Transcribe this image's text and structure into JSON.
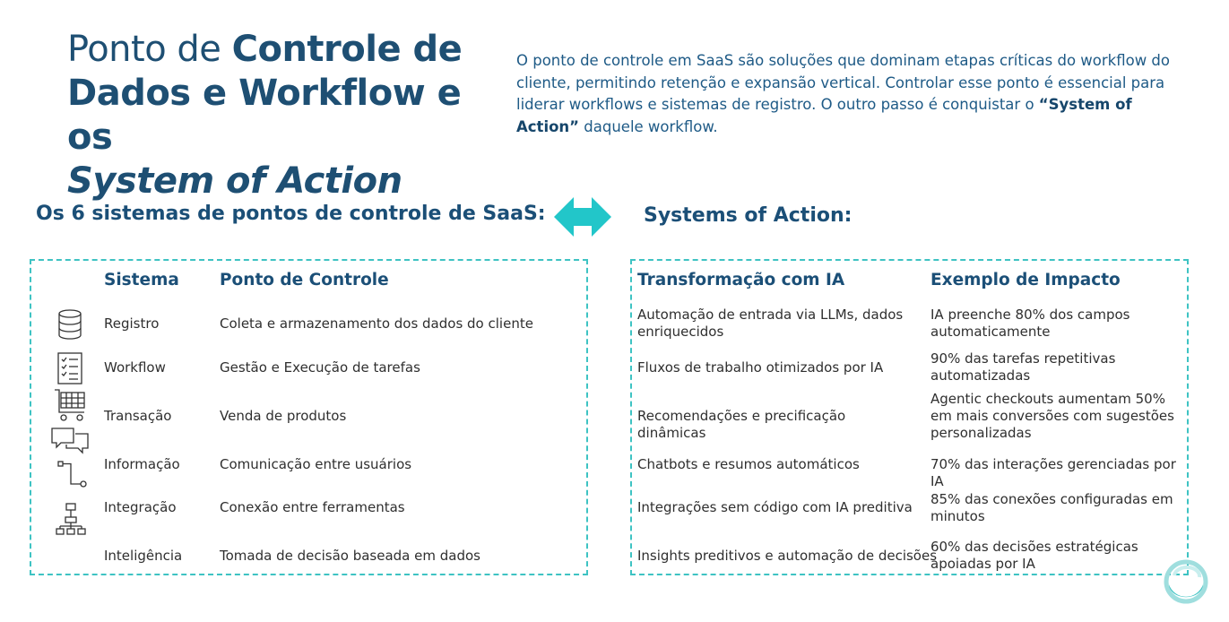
{
  "title": {
    "part1": "Ponto de ",
    "part2": "Controle de Dados e Workflow e os",
    "part3": "System of Action"
  },
  "intro": {
    "text1": "O ponto de controle em SaaS são soluções que dominam etapas críticas do workflow do cliente, permitindo retenção e expansão vertical. Controlar esse ponto é essencial para liderar workflows e sistemas de registro. O outro passo é conquistar o ",
    "highlight": "“System of Action”",
    "text2": " daquele workflow."
  },
  "left_heading": "Os 6 sistemas de pontos de controle de SaaS:",
  "right_heading": "Systems of Action:",
  "colors": {
    "primary": "#1b4f77",
    "accent": "#3ec3c3",
    "text": "#2f2f2f"
  },
  "left_table": {
    "headers": {
      "system": "Sistema",
      "control": "Ponto de Controle"
    },
    "rows": [
      {
        "icon": "database-icon",
        "system": "Registro",
        "control": "Coleta e armazenamento dos dados do cliente"
      },
      {
        "icon": "checklist-icon",
        "system": "Workflow",
        "control": "Gestão e Execução de tarefas"
      },
      {
        "icon": "shopping-cart-icon",
        "system": "Transação",
        "control": "Venda de produtos"
      },
      {
        "icon": "chat-bubbles-icon",
        "system": "Informação",
        "control": "Comunicação entre usuários"
      },
      {
        "icon": "flow-path-icon",
        "system": "Integração",
        "control": "Conexão entre ferramentas"
      },
      {
        "icon": "org-chart-icon",
        "system": "Inteligência",
        "control": "Tomada de decisão baseada em dados"
      }
    ]
  },
  "right_table": {
    "headers": {
      "transformation": "Transformação com IA",
      "impact": "Exemplo de Impacto"
    },
    "rows": [
      {
        "transformation": "Automação de entrada via LLMs, dados enriquecidos",
        "impact": "IA preenche 80% dos campos automaticamente"
      },
      {
        "transformation": "Fluxos de trabalho otimizados por IA",
        "impact": "90% das tarefas repetitivas automatizadas"
      },
      {
        "transformation": "Recomendações e precificação dinâmicas",
        "impact": "Agentic checkouts aumentam 50% em mais conversões com sugestões personalizadas"
      },
      {
        "transformation": "Chatbots e resumos automáticos",
        "impact": "70% das interações gerenciadas por IA"
      },
      {
        "transformation": "Integrações sem código com IA preditiva",
        "impact": "85% das conexões configuradas em minutos"
      },
      {
        "transformation": "Insights preditivos e automação de decisões",
        "impact": "60% das decisões estratégicas apoiadas por IA"
      }
    ]
  }
}
